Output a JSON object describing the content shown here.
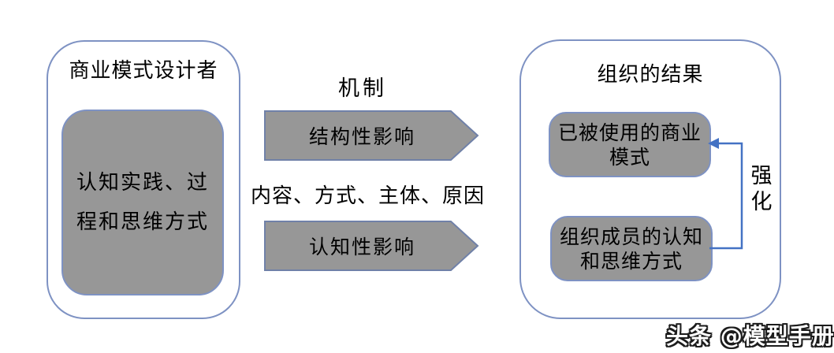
{
  "left_panel": {
    "title": "商业模式设计者",
    "box_lines": [
      "认知实践、过",
      "程和思维方式"
    ],
    "box_full_text": "认知实践、过程和思维方式"
  },
  "middle": {
    "title": "机制",
    "top_arrow_label": "结构性影响",
    "caption": "内容、方式、主体、原因",
    "bottom_arrow_label": "认知性影响"
  },
  "right_panel": {
    "title": "组织的结果",
    "top_box_lines": [
      "已被使用的商业",
      "模式"
    ],
    "top_box_full_text": "已被使用的商业模式",
    "bottom_box_lines": [
      "组织成员的认知",
      "和思维方式"
    ],
    "bottom_box_full_text": "组织成员的认知和思维方式",
    "reinforce_chars": [
      "强",
      "化"
    ],
    "reinforce_full_text": "强化"
  },
  "watermark": {
    "text": "头条 @模型手册"
  },
  "colors": {
    "shape_fill": "#979797",
    "shape_border": "#7081a8",
    "container_border": "#7e92c3",
    "connector_blue": "#4472c4",
    "text": "#000000",
    "watermark_fill": "#ffffff",
    "watermark_outline": "#1c1c1c"
  }
}
